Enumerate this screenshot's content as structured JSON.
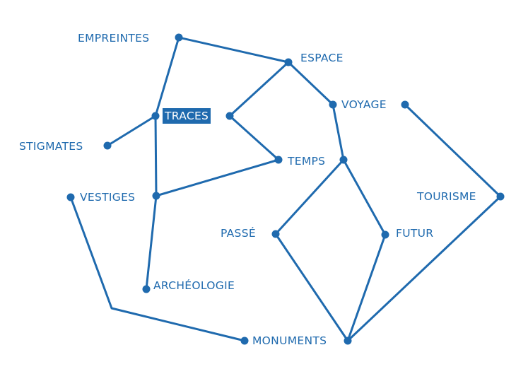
{
  "accent_color": "#1f6aae",
  "nodes": {
    "empreintes": "EMPREINTES",
    "espace": "ESPACE",
    "traces": "TRACES",
    "voyage": "VOYAGE",
    "stigmates": "STIGMATES",
    "temps": "TEMPS",
    "vestiges": "VESTIGES",
    "tourisme": "TOURISME",
    "passe": "PASSÉ",
    "futur": "FUTUR",
    "archeologie": "ARCHÉOLOGIE",
    "monuments": "MONUMENTS"
  },
  "highlighted": "traces",
  "edges": [
    [
      "empreintes",
      "espace"
    ],
    [
      "empreintes",
      "traces"
    ],
    [
      "espace",
      "traces"
    ],
    [
      "espace",
      "voyage"
    ],
    [
      "traces",
      "stigmates"
    ],
    [
      "traces",
      "vestiges"
    ],
    [
      "traces",
      "temps"
    ],
    [
      "voyage",
      "temps"
    ],
    [
      "vestiges",
      "temps"
    ],
    [
      "vestiges",
      "archeologie"
    ],
    [
      "vestiges",
      "monuments"
    ],
    [
      "temps",
      "passe"
    ],
    [
      "temps",
      "futur"
    ],
    [
      "passe",
      "monuments"
    ],
    [
      "futur",
      "monuments"
    ],
    [
      "voyage",
      "tourisme"
    ],
    [
      "tourisme",
      "monuments"
    ]
  ]
}
